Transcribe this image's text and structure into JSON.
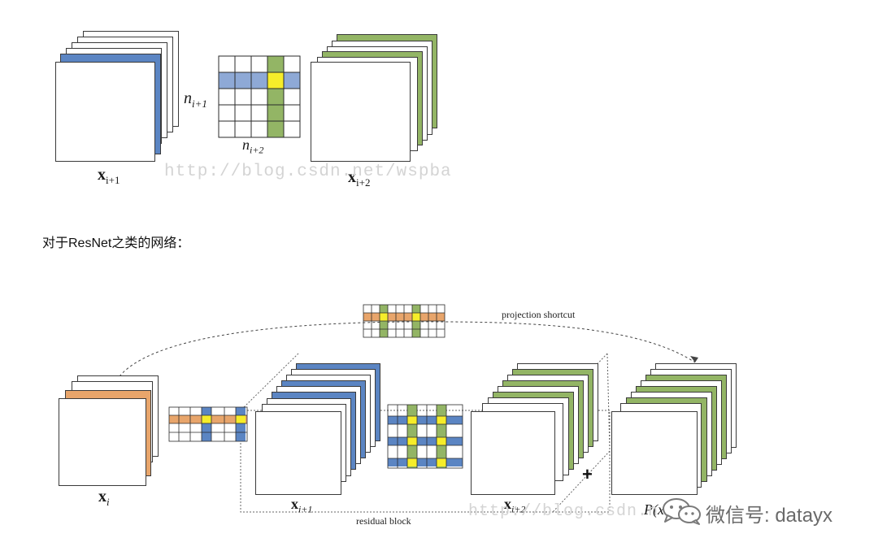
{
  "top_figure": {
    "label_left": "x",
    "label_left_sub": "i+1",
    "label_right": "x",
    "label_right_sub": "i+2",
    "n_row": "n",
    "n_row_sub": "i+1",
    "n_col": "n",
    "n_col_sub": "i+2",
    "watermark": "http://blog.csdn.net/wspba"
  },
  "intro_text": "对于ResNet之类的网络：",
  "bottom_figure": {
    "projection_label": "projection shortcut",
    "residual_label": "residual block",
    "label_xi": "x",
    "label_xi_sub": "i",
    "label_x1": "x",
    "label_x1_sub": "i+1",
    "label_x2": "x",
    "label_x2_sub": "i+2",
    "label_p": "P(x",
    "plus": "+",
    "watermark": "http://blog.csdn.n"
  },
  "wechat_badge": "微信号: datayx",
  "colors": {
    "blue": "#5b85c3",
    "green": "#93b565",
    "orange": "#e8a56b",
    "yellow": "#f6ed2a"
  }
}
